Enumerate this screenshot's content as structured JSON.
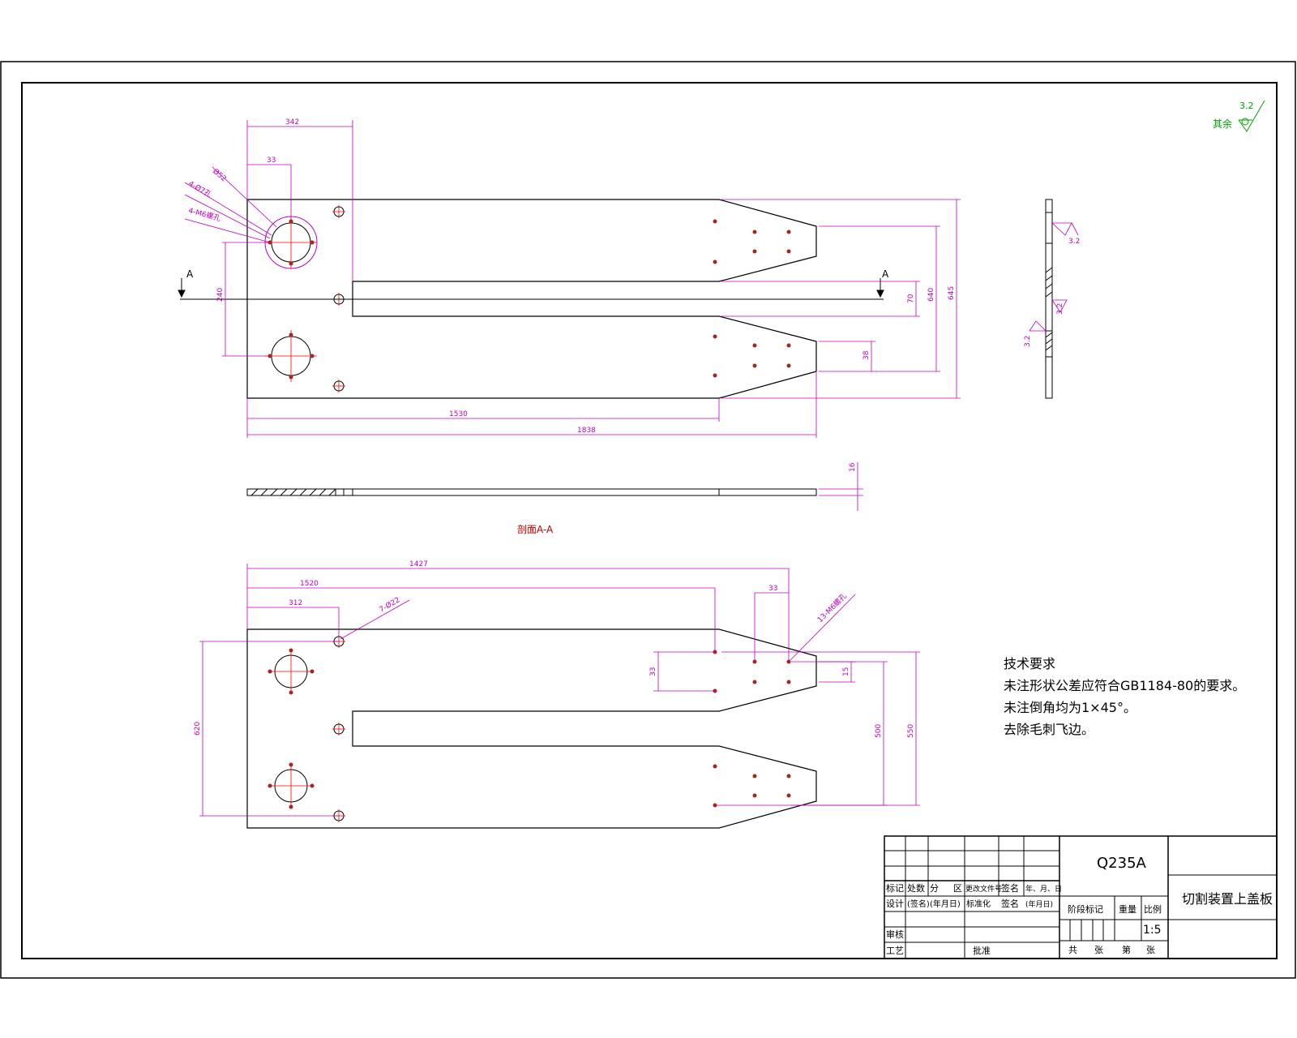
{
  "view_labels": {
    "section_left": "A",
    "section_right": "A",
    "section_view_title": "剖面A-A"
  },
  "dimensions": {
    "top_width_342": "342",
    "top_33": "33",
    "hole_dia_52": "Ø52",
    "hole_spec_1": "4-Ø7孔",
    "hole_spec_2": "4-M6螺孔",
    "left_vertical": "240",
    "bottom_len_1": "1530",
    "bottom_len_2": "1838",
    "right_inner_1": "70",
    "right_inner_2": "640",
    "right_outer": "645",
    "right_small": "38",
    "thickness": "16",
    "lower_342": "1427",
    "lower_272": "1520",
    "lower_312": "312",
    "lower_33": "33",
    "lower_hole": "7-Ø22",
    "lower_angle": "13-M6螺孔",
    "lower_left_vert": "620",
    "lower_33v": "33",
    "lower_right_1": "15",
    "lower_right_2": "500",
    "lower_right_3": "550"
  },
  "roughness": {
    "general_label": "其余",
    "general_value": "3.2",
    "side_1": "3.2",
    "side_2": "3.2",
    "side_3": "3.2"
  },
  "technical_requirements": {
    "title": "技术要求",
    "items": [
      "未注形状公差应符合GB1184-80的要求。",
      "未注倒角均为1×45°。",
      "去除毛刺飞边。"
    ]
  },
  "title_block": {
    "material": "Q235A",
    "drawing_name": "切割装置上盖板",
    "scale": "1:5",
    "row_headers": [
      "标记",
      "处数",
      "分",
      "区",
      "更改文件号",
      "签名",
      "年、月、日"
    ],
    "design_row": [
      "设计",
      "(签名)",
      "(年月日)",
      "标准化",
      "签名",
      "(年月日)"
    ],
    "stage_label": "阶段标记",
    "weight_label": "重量",
    "scale_label": "比例",
    "review_label": "审核",
    "process_label": "工艺",
    "approve_label": "批准",
    "sheet_total": "共",
    "sheet_unit_1": "张",
    "sheet_label": "第",
    "sheet_unit_2": "张"
  },
  "colors": {
    "outline": "#000000",
    "dimension": "#c000c0",
    "center": "#ff0000",
    "roughness_green": "#00a000"
  }
}
